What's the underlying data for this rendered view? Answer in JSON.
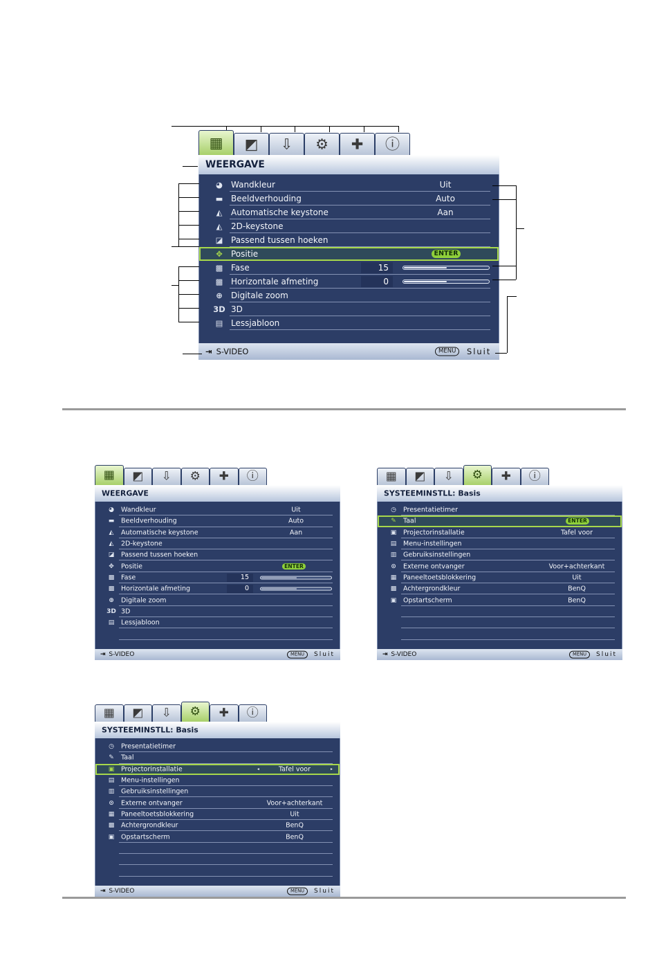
{
  "tab_icons": [
    "display-tab-icon",
    "picture-tab-icon",
    "source-tab-icon",
    "system-basic-tab-icon",
    "system-advanced-tab-icon",
    "information-tab-icon"
  ],
  "osd_display": {
    "title": "WEERGAVE",
    "items": [
      {
        "icon": "wall-color-icon",
        "label": "Wandkleur",
        "value": "Uit"
      },
      {
        "icon": "aspect-ratio-icon",
        "label": "Beeldverhouding",
        "value": "Auto"
      },
      {
        "icon": "auto-keystone-icon",
        "label": "Automatische keystone",
        "value": "Aan"
      },
      {
        "icon": "keystone-2d-icon",
        "label": "2D-keystone",
        "value": ""
      },
      {
        "icon": "corner-fit-icon",
        "label": "Passend tussen hoeken",
        "value": ""
      },
      {
        "icon": "position-icon",
        "label": "Positie",
        "value": "",
        "enter": "ENTER"
      },
      {
        "icon": "phase-icon",
        "label": "Fase",
        "number": "15",
        "level": 0.5
      },
      {
        "icon": "h-size-icon",
        "label": "Horizontale afmeting",
        "number": "0",
        "level": 0.5
      },
      {
        "icon": "digital-zoom-icon",
        "label": "Digitale zoom",
        "value": ""
      },
      {
        "icon": "3d-icon",
        "icon_text": "3D",
        "label": "3D",
        "value": ""
      },
      {
        "icon": "teaching-template-icon",
        "label": "Lessjabloon",
        "value": ""
      }
    ],
    "footer": {
      "source": "S-VIDEO",
      "menu": "MENU",
      "close": "Sluit"
    }
  },
  "osd_system": {
    "title": "SYSTEEMINSTLL: Basis",
    "items": [
      {
        "icon": "presentation-timer-icon",
        "label": "Presentatietimer",
        "value": ""
      },
      {
        "icon": "language-icon",
        "label": "Taal",
        "value": ""
      },
      {
        "icon": "projector-position-icon",
        "label": "Projectorinstallatie",
        "value": "Tafel voor"
      },
      {
        "icon": "menu-settings-icon",
        "label": "Menu-instellingen",
        "value": ""
      },
      {
        "icon": "operation-settings-icon",
        "label": "Gebruiksinstellingen",
        "value": ""
      },
      {
        "icon": "remote-receiver-icon",
        "label": "Externe ontvanger",
        "value": "Voor+achterkant"
      },
      {
        "icon": "panel-key-lock-icon",
        "label": "Paneeltoetsblokkering",
        "value": "Uit"
      },
      {
        "icon": "background-color-icon",
        "label": "Achtergrondkleur",
        "value": "BenQ"
      },
      {
        "icon": "splash-screen-icon",
        "label": "Opstartscherm",
        "value": "BenQ"
      }
    ],
    "enter": "ENTER",
    "footer": {
      "source": "S-VIDEO",
      "menu": "MENU",
      "close": "Sluit"
    }
  }
}
